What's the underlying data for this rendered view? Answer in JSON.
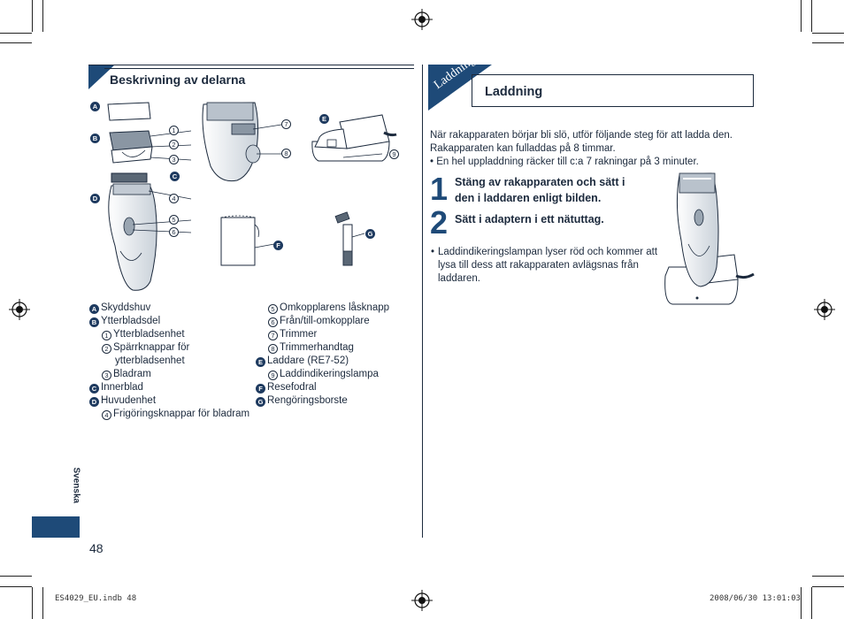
{
  "left": {
    "heading": "Beskrivning av delarna",
    "diagram_letters": [
      "A",
      "B",
      "C",
      "D",
      "E",
      "F",
      "G"
    ],
    "diagram_numbers": [
      "1",
      "2",
      "3",
      "4",
      "5",
      "6",
      "7",
      "8",
      "9"
    ],
    "parts_col1": [
      {
        "marker": "A",
        "type": "letter",
        "text": "Skyddshuv"
      },
      {
        "marker": "B",
        "type": "letter",
        "text": "Ytterbladsdel"
      },
      {
        "marker": "1",
        "type": "num",
        "text": "Ytterbladsenhet"
      },
      {
        "marker": "2",
        "type": "num",
        "text": "Spärrknappar för"
      },
      {
        "marker": "",
        "type": "cont",
        "text": "ytterbladsenhet"
      },
      {
        "marker": "3",
        "type": "num",
        "text": "Bladram"
      },
      {
        "marker": "C",
        "type": "letter",
        "text": "Innerblad"
      },
      {
        "marker": "D",
        "type": "letter",
        "text": "Huvudenhet"
      },
      {
        "marker": "4",
        "type": "num",
        "text": "Frigöringsknappar för bladram"
      }
    ],
    "parts_col2": [
      {
        "marker": "5",
        "type": "num",
        "text": "Omkopplarens låsknapp"
      },
      {
        "marker": "6",
        "type": "num",
        "text": "Från/till-omkopplare"
      },
      {
        "marker": "7",
        "type": "num",
        "text": "Trimmer"
      },
      {
        "marker": "8",
        "type": "num",
        "text": "Trimmerhandtag"
      },
      {
        "marker": "E",
        "type": "letter",
        "text": "Laddare (RE7-52)"
      },
      {
        "marker": "9",
        "type": "num",
        "text": "Laddindikeringslampa"
      },
      {
        "marker": "F",
        "type": "letter",
        "text": "Resefodral"
      },
      {
        "marker": "G",
        "type": "letter",
        "text": "Rengöringsborste"
      }
    ],
    "side_tab": "Svenska",
    "page_number": "48"
  },
  "right": {
    "corner_tab": "Laddning",
    "heading": "Laddning",
    "intro_1": "När rakapparaten börjar bli slö, utför följande steg för att ladda den.",
    "intro_2": "Rakapparaten kan fulladdas på 8 timmar.",
    "bullet_1": "• En hel uppladdning räcker till c:a 7 rakningar på 3 minuter.",
    "steps": [
      {
        "num": "1",
        "line1": "Stäng av rakapparaten och sätt i",
        "line2": "den i laddaren enligt bilden."
      },
      {
        "num": "2",
        "line1": "Sätt i adaptern i ett nätuttag.",
        "line2": ""
      }
    ],
    "note_bullet": "•",
    "note_lines": [
      "Laddindikeringslampan lyser röd och kommer att",
      "lysa till dess att rakapparaten avlägsnas från",
      "laddaren."
    ]
  },
  "footer": {
    "file": "ES4029_EU.indb   48",
    "timestamp": "2008/06/30   13:01:03"
  }
}
